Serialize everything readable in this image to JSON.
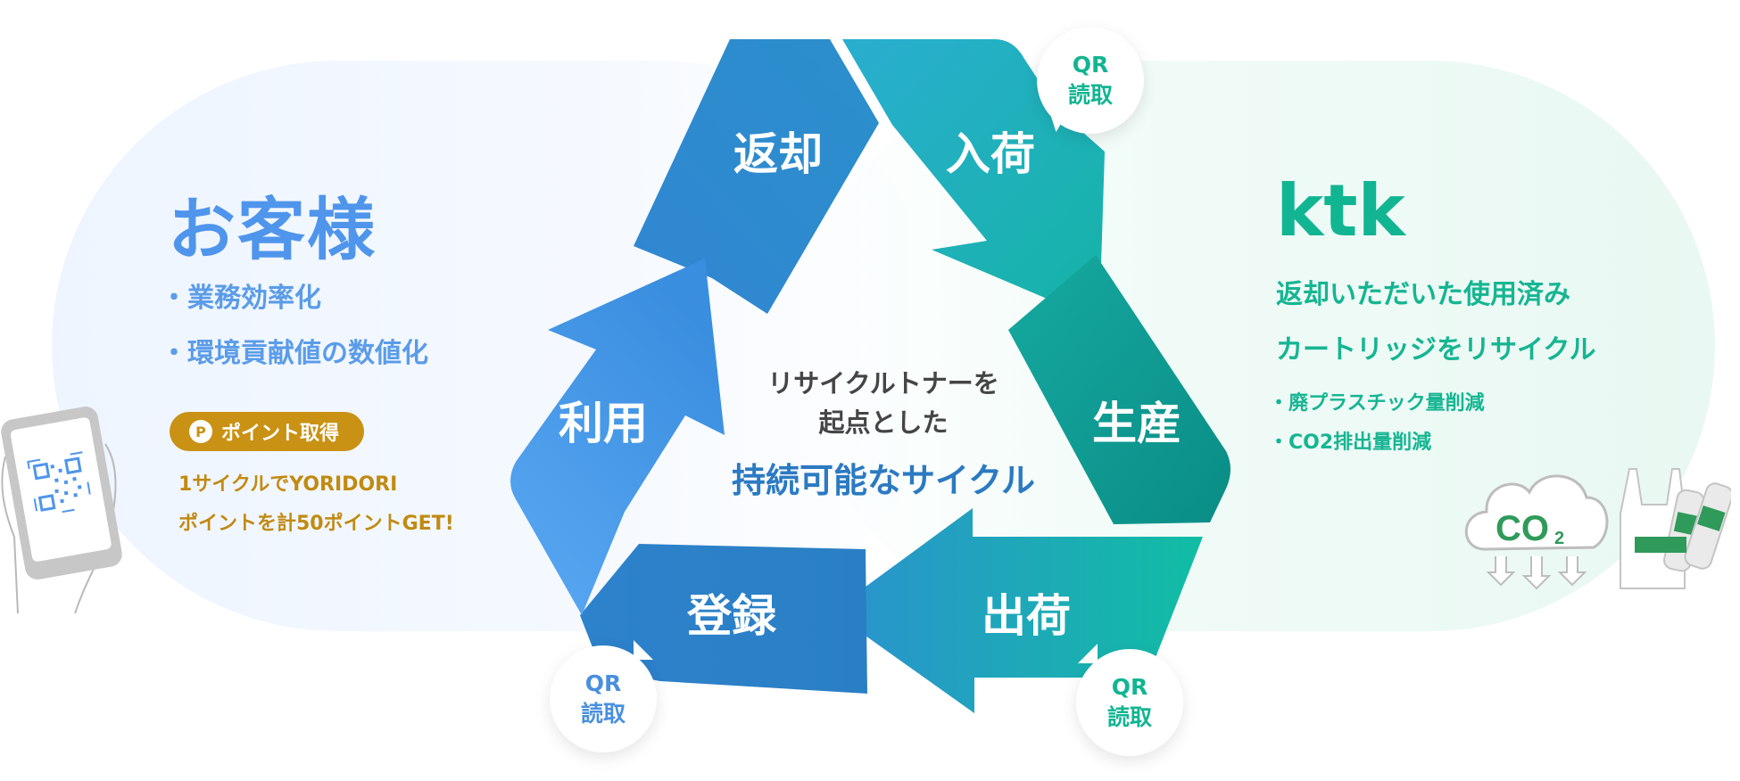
{
  "cycle": {
    "center_line1": "リサイクルトナーを",
    "center_line2": "起点とした",
    "center_line3": "持続可能なサイクル",
    "arrows": {
      "henkyaku": "返却",
      "nyuka": "入荷",
      "seisan": "生産",
      "shukka": "出荷",
      "touroku": "登録",
      "riyou": "利用"
    },
    "qr_line1": "QR",
    "qr_line2": "読取"
  },
  "customer": {
    "title": "お客様",
    "benefits": [
      "業務効率化",
      "環境貢献値の数値化"
    ],
    "point_badge": "ポイント取得",
    "point_icon": "P",
    "point_line1": "1サイクルでYORIDORI",
    "point_line2": "ポイントを計50ポイントGET!"
  },
  "ktk": {
    "title": "ktk",
    "desc_line1": "返却いただいた使用済み",
    "desc_line2": "カートリッジをリサイクル",
    "benefits": [
      "廃プラスチック量削減",
      "CO2排出量削減"
    ],
    "co2_label": "CO",
    "co2_sub": "2"
  },
  "colors": {
    "customer_blue": "#4f95ec",
    "ktk_green": "#12b592",
    "point_gold": "#c99214"
  }
}
